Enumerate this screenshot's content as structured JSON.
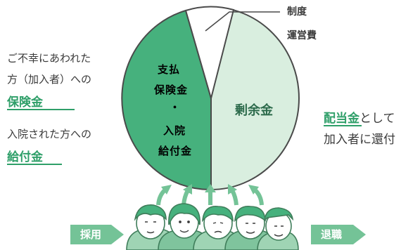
{
  "pie": {
    "fee_label_line1": "制度",
    "fee_label_line2": "運営費",
    "payout_line1": "支払",
    "payout_line2": "保険金",
    "payout_dot": "・",
    "payout_line3": "入院",
    "payout_line4": "給付金",
    "surplus_label": "剰余金"
  },
  "left": {
    "death_line1": "ご不幸にあわれた",
    "death_line2": "方（加入者）への",
    "death_emph": "保険金",
    "hosp_line1": "入院された方への",
    "hosp_emph": "給付金"
  },
  "right": {
    "dividend_emph": "配当金",
    "dividend_rest": "として",
    "dividend_line2": "加入者に還付"
  },
  "flow": {
    "join_label": "採用",
    "leave_label": "退職"
  },
  "colors": {
    "accent_green": "#2f9f69",
    "light_green": "#d9eedf",
    "tag_green": "#74c397"
  }
}
